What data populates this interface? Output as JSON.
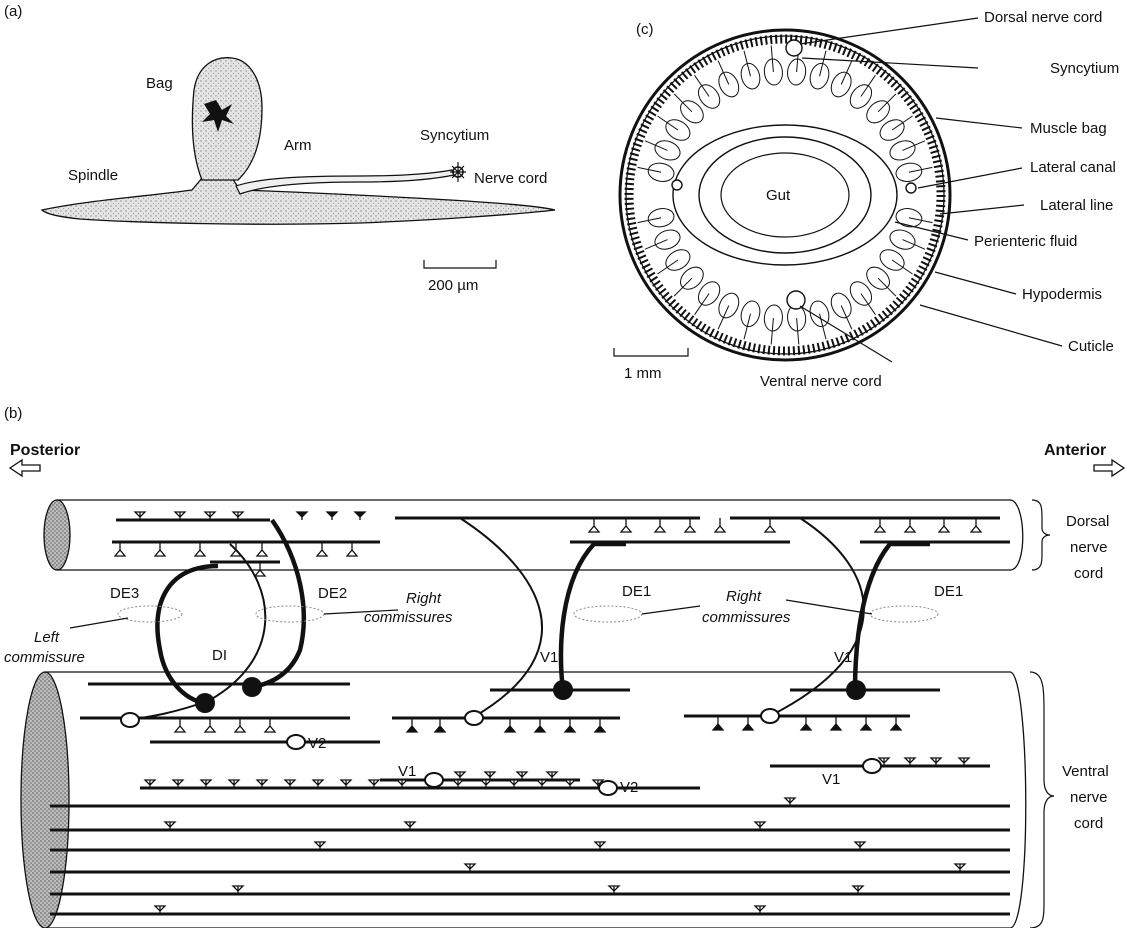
{
  "panel_a": {
    "tag": "(a)",
    "labels": {
      "bag": "Bag",
      "arm": "Arm",
      "spindle": "Spindle",
      "syncytium": "Syncytium",
      "nerve_cord": "Nerve cord"
    },
    "scale": "200 µm"
  },
  "panel_c": {
    "tag": "(c)",
    "gut": "Gut",
    "callouts": [
      "Dorsal nerve cord",
      "Syncytium",
      "Muscle bag",
      "Lateral canal",
      "Lateral line",
      "Perienteric fluid",
      "Hypodermis",
      "Cuticle"
    ],
    "ventral": "Ventral nerve cord",
    "scale": "1 mm"
  },
  "panel_b": {
    "tag": "(b)",
    "posterior": "Posterior",
    "anterior": "Anterior",
    "dorsal_brace": [
      "Dorsal",
      "nerve",
      "cord"
    ],
    "ventral_brace": [
      "Ventral",
      "nerve",
      "cord"
    ],
    "neurons": {
      "de3": "DE3",
      "de2": "DE2",
      "de1": "DE1",
      "di": "DI",
      "v1": "V1",
      "v2": "V2"
    },
    "right_comm": [
      "Right",
      "commissures"
    ],
    "left_comm": [
      "Left",
      "commissure"
    ]
  }
}
